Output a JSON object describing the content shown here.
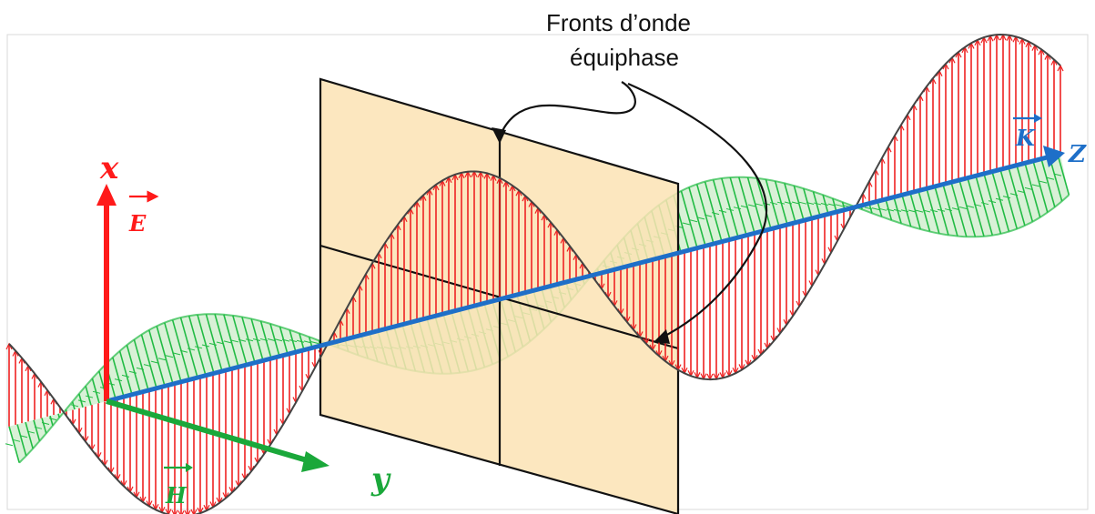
{
  "annotation": {
    "line1": "Fronts d’onde",
    "line2": "équiphase"
  },
  "axes": {
    "x": {
      "label": "x",
      "color": "#ff1a1a"
    },
    "y": {
      "label": "y",
      "color": "#1aa83a"
    },
    "z": {
      "label": "Z",
      "color": "#1e6fc8"
    }
  },
  "vectors": {
    "E": {
      "label": "E",
      "color": "#ff1a1a"
    },
    "H": {
      "label": "H",
      "color": "#1aa83a"
    },
    "K": {
      "label": "K",
      "color": "#1e6fc8"
    }
  },
  "colors": {
    "e_field": "#ee2222",
    "h_field": "#22bb44",
    "h_fill": "#b9e6b6",
    "plane_fill": "#fbe3b4",
    "plane_stroke": "#111111",
    "envelope": "#444444"
  }
}
